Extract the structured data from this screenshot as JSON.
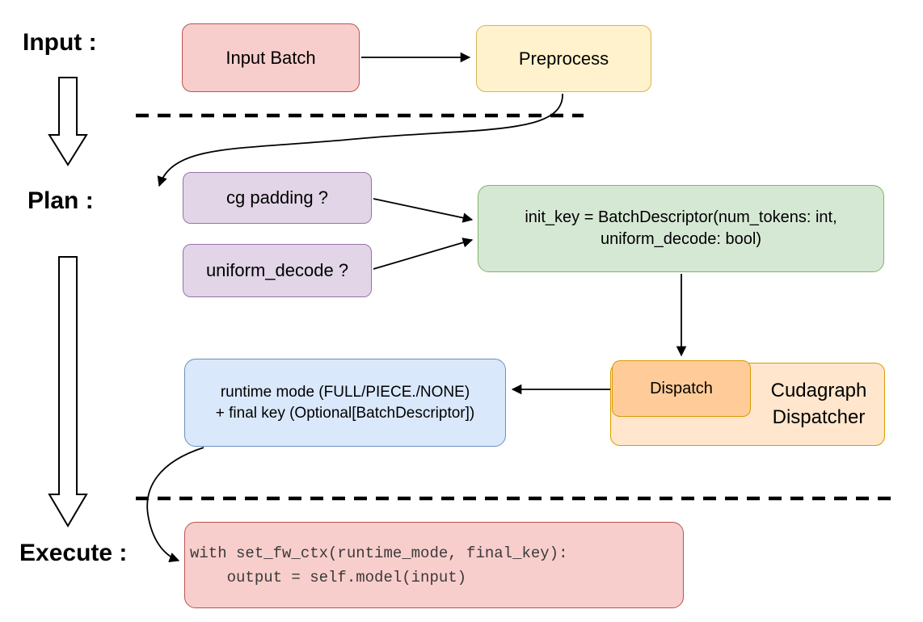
{
  "labels": {
    "input": "Input :",
    "plan": "Plan :",
    "execute": "Execute :"
  },
  "nodes": {
    "input_batch": {
      "label": "Input Batch"
    },
    "preprocess": {
      "label": "Preprocess"
    },
    "cg_padding": {
      "label": "cg padding ?"
    },
    "uniform_decode": {
      "label": "uniform_decode ?"
    },
    "init_key": {
      "line1": "init_key = BatchDescriptor(num_tokens: int,",
      "line2": "uniform_decode: bool)"
    },
    "dispatch": {
      "label": "Dispatch"
    },
    "cudagraph_dispatcher": {
      "line1": "Cudagraph",
      "line2": "Dispatcher"
    },
    "runtime_mode": {
      "line1": "runtime mode (FULL/PIECE./NONE)",
      "line2": "+ final key (Optional[BatchDescriptor])"
    },
    "execute_code": {
      "line1": "with set_fw_ctx(runtime_mode, final_key):",
      "line2": "    output = self.model(input)"
    }
  },
  "colors": {
    "red_fill": "#f8cecc",
    "red_border": "#b85450",
    "yellow_fill": "#fff2cc",
    "yellow_border": "#d6b656",
    "purple_fill": "#e1d5e7",
    "purple_border": "#9673a6",
    "green_fill": "#d5e8d4",
    "green_border": "#82b366",
    "orange_fill": "#ffe6cc",
    "orange_dark_fill": "#ffcc99",
    "orange_border": "#d79b00",
    "blue_fill": "#dae8fc",
    "blue_border": "#6c8ebf",
    "line_color": "#000000"
  }
}
